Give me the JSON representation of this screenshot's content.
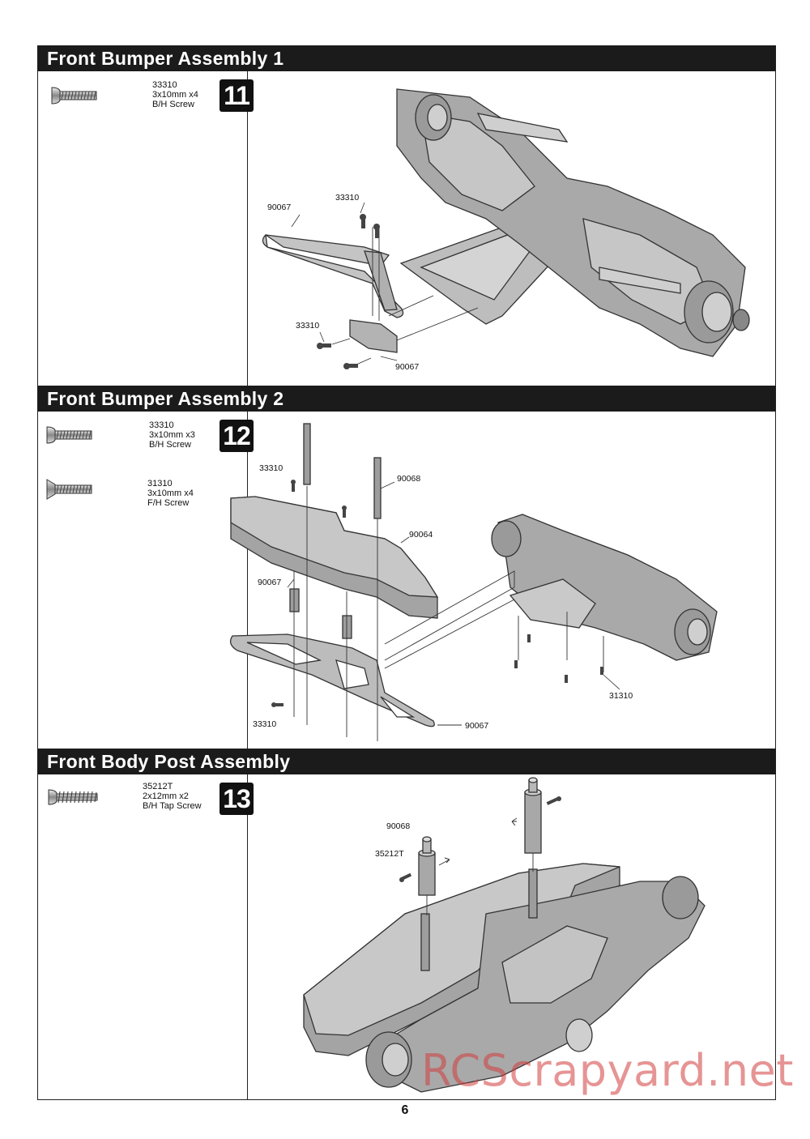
{
  "sections": [
    {
      "title": "Front Bumper Assembly 1",
      "step": "11",
      "parts": [
        {
          "code": "33310",
          "size": "3x10mm x4",
          "type": "B/H Screw",
          "icon": "button-head-screw-icon"
        }
      ],
      "callouts": [
        "90067",
        "33310",
        "33310",
        "90067"
      ]
    },
    {
      "title": "Front Bumper Assembly 2",
      "step": "12",
      "parts": [
        {
          "code": "33310",
          "size": "3x10mm x3",
          "type": "B/H Screw",
          "icon": "button-head-screw-icon"
        },
        {
          "code": "31310",
          "size": "3x10mm x4",
          "type": "F/H Screw",
          "icon": "flat-head-screw-icon"
        }
      ],
      "callouts": [
        "33310",
        "90068",
        "90064",
        "90067",
        "31310",
        "33310",
        "90067"
      ]
    },
    {
      "title": "Front Body Post Assembly",
      "step": "13",
      "parts": [
        {
          "code": "35212T",
          "size": "2x12mm x2",
          "type": "B/H Tap Screw",
          "icon": "tap-screw-icon"
        }
      ],
      "callouts": [
        "90068",
        "35212T"
      ]
    }
  ],
  "page_number": "6",
  "watermark": "RCScrapyard.net"
}
